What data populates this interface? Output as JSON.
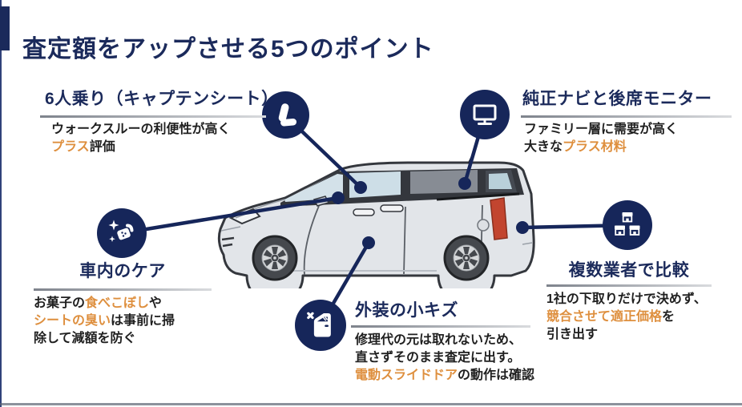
{
  "page": {
    "title": "査定額をアップさせる5つのポイント",
    "colors": {
      "navy": "#1b2a5b",
      "badge_navy": "#16265a",
      "accent_orange": "#de8f3e",
      "body_text": "#1f1f1f",
      "rule_gray": "#7e838c",
      "car_body": "#e2e5e9",
      "taillight_red": "#c2452f"
    }
  },
  "points": [
    {
      "id": "six-seater",
      "icon": "seat-icon",
      "heading": "6人乗り（キャプテンシート）",
      "body": [
        {
          "text": "ウォークスルーの利便性が高く"
        },
        {
          "br": true
        },
        {
          "text": "プラス",
          "em": true
        },
        {
          "text": "評価"
        }
      ]
    },
    {
      "id": "genuine-navi",
      "icon": "monitor-icon",
      "heading": "純正ナビと後席モニター",
      "body": [
        {
          "text": "ファミリー層に需要が高く"
        },
        {
          "br": true
        },
        {
          "text": "大きな"
        },
        {
          "text": "プラス材料",
          "em": true
        }
      ]
    },
    {
      "id": "interior-care",
      "icon": "sparkle-clean-icon",
      "heading": "車内のケア",
      "body": [
        {
          "text": "お菓子の"
        },
        {
          "text": "食べこぼし",
          "em": true
        },
        {
          "text": "や"
        },
        {
          "br": true
        },
        {
          "text": "シートの臭い",
          "em": true
        },
        {
          "text": "は事前に掃"
        },
        {
          "br": true
        },
        {
          "text": "除して減額を防ぐ"
        }
      ]
    },
    {
      "id": "exterior-scratches",
      "icon": "car-door-scratch-icon",
      "heading": "外装の小キズ",
      "body": [
        {
          "text": "修理代の元は取れないため、"
        },
        {
          "br": true
        },
        {
          "text": "直さずそのまま査定に出す。"
        },
        {
          "br": true
        },
        {
          "text": "電動スライドドア",
          "em": true
        },
        {
          "text": "の動作は確認"
        }
      ]
    },
    {
      "id": "compare-dealers",
      "icon": "stores-icon",
      "heading": "複数業者で比較",
      "body": [
        {
          "text": "1社の下取りだけで決めず、"
        },
        {
          "br": true
        },
        {
          "text": "競合させて適正価格",
          "em": true
        },
        {
          "text": "を"
        },
        {
          "br": true
        },
        {
          "text": "引き出す"
        }
      ]
    }
  ]
}
